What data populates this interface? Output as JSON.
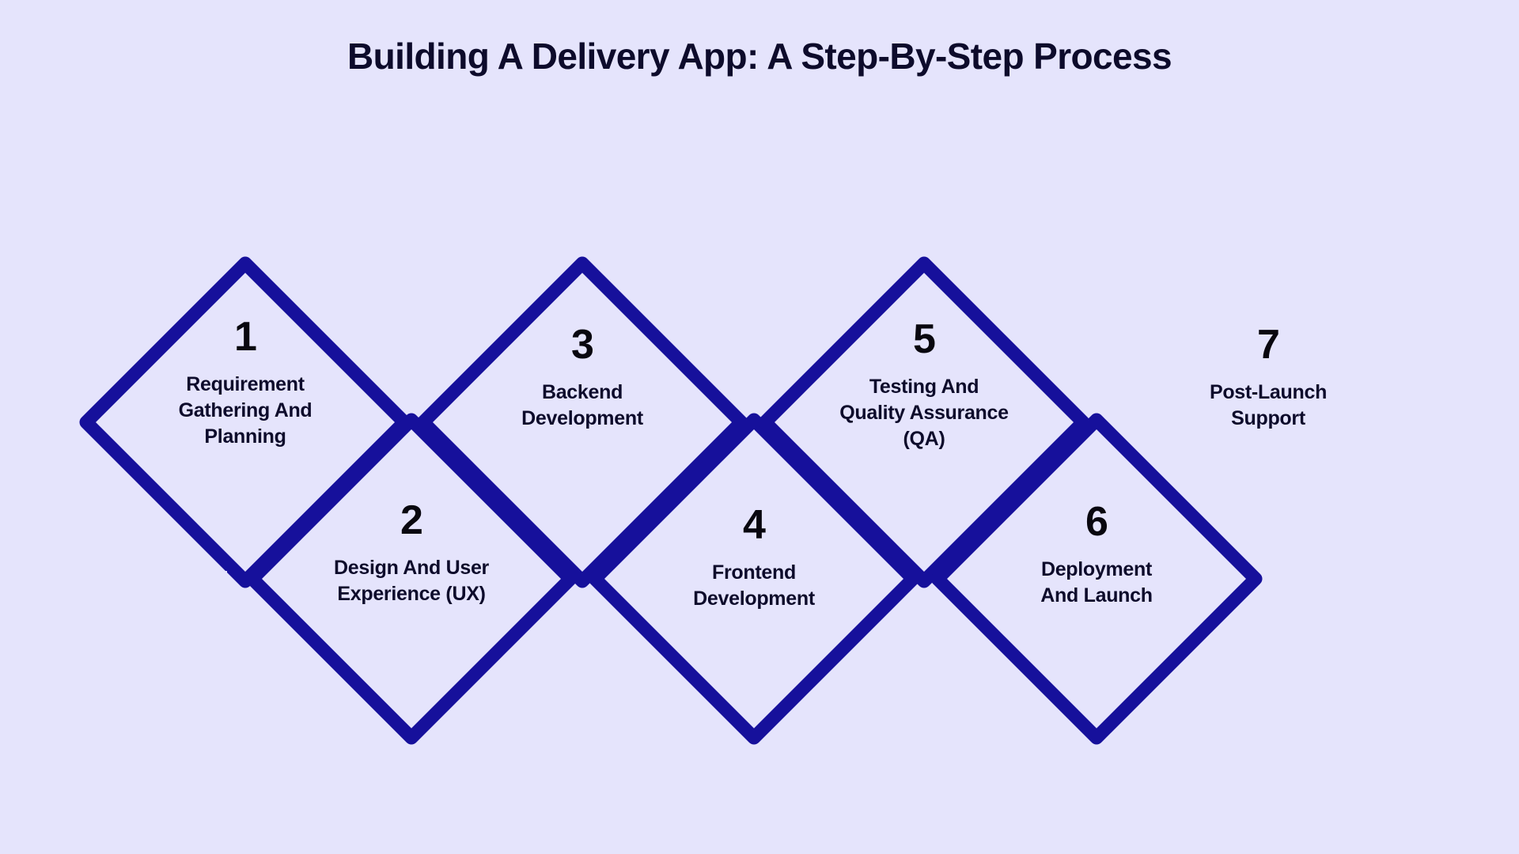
{
  "page": {
    "title": "Building A Delivery App: A Step-By-Step Process",
    "background_color": "#e5e4fc",
    "stroke_color": "#16109b",
    "text_color": "#0d0b2b",
    "number_color": "#09070f"
  },
  "chart_data": {
    "type": "diagram",
    "diagram_style": "zigzag-diamond-process",
    "title": "Building A Delivery App: A Step-By-Step Process",
    "step_count": 7,
    "steps": [
      {
        "number": "1",
        "label": "Requirement Gathering And Planning",
        "lines": [
          "Requirement",
          "Gathering And",
          "Planning"
        ],
        "row": "top"
      },
      {
        "number": "2",
        "label": "Design And User Experience (UX)",
        "lines": [
          "Design And User",
          "Experience (UX)"
        ],
        "row": "bottom"
      },
      {
        "number": "3",
        "label": "Backend Development",
        "lines": [
          "Backend",
          "Development"
        ],
        "row": "top"
      },
      {
        "number": "4",
        "label": "Frontend Development",
        "lines": [
          "Frontend",
          "Development"
        ],
        "row": "bottom"
      },
      {
        "number": "5",
        "label": "Testing And Quality Assurance (QA)",
        "lines": [
          "Testing And",
          "Quality Assurance",
          "(QA)"
        ],
        "row": "top"
      },
      {
        "number": "6",
        "label": "Deployment And Launch",
        "lines": [
          "Deployment",
          "And Launch"
        ],
        "row": "bottom"
      },
      {
        "number": "7",
        "label": "Post-Launch Support",
        "lines": [
          "Post-Launch",
          "Support"
        ],
        "row": "top"
      }
    ]
  }
}
